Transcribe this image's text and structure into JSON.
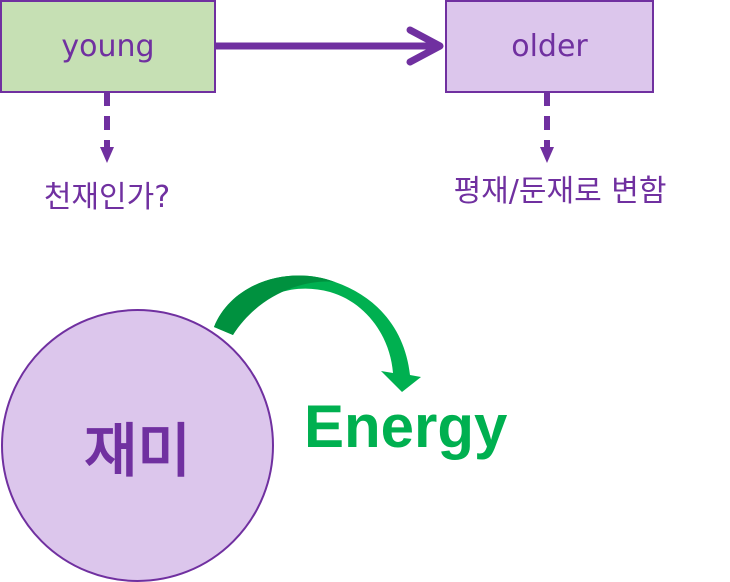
{
  "nodes": {
    "young": {
      "label": "young",
      "fill": "#c6e0b4"
    },
    "older": {
      "label": "older",
      "fill": "#dcc6ec"
    }
  },
  "annotations": {
    "young_note": "천재인가?",
    "older_note": "평재/둔재로 변함"
  },
  "circle": {
    "label": "재미",
    "fill": "#dcc6ec"
  },
  "energy": {
    "label": "Energy",
    "color": "#00b050"
  },
  "colors": {
    "accent": "#7030a0",
    "green": "#00b050"
  }
}
